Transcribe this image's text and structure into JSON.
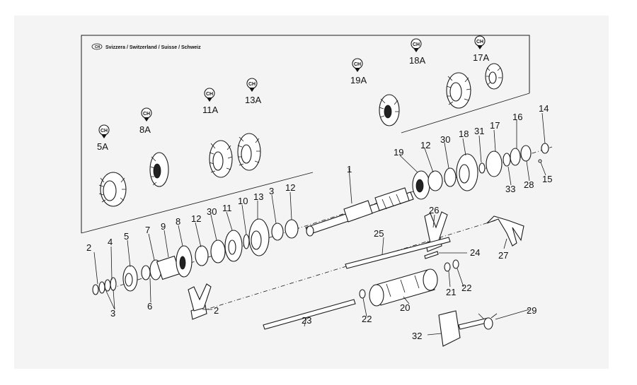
{
  "header": {
    "country": "Svizzera / Switzerland / Suisse / Schweiz",
    "badge": "CH"
  },
  "inset_callouts": [
    {
      "ref": "5A",
      "badge": "CH"
    },
    {
      "ref": "8A",
      "badge": "CH"
    },
    {
      "ref": "11A",
      "badge": "CH"
    },
    {
      "ref": "13A",
      "badge": "CH"
    },
    {
      "ref": "19A",
      "badge": "CH"
    },
    {
      "ref": "18A",
      "badge": "CH"
    },
    {
      "ref": "17A",
      "badge": "CH"
    }
  ],
  "part_labels": [
    "1",
    "2",
    "3",
    "4",
    "5",
    "6",
    "7",
    "8",
    "9",
    "10",
    "11",
    "12",
    "13",
    "14",
    "15",
    "16",
    "17",
    "18",
    "19",
    "20",
    "21",
    "22",
    "23",
    "24",
    "25",
    "26",
    "27",
    "28",
    "29",
    "30",
    "31",
    "32",
    "33",
    "2",
    "3",
    "3",
    "12",
    "30",
    "22"
  ]
}
